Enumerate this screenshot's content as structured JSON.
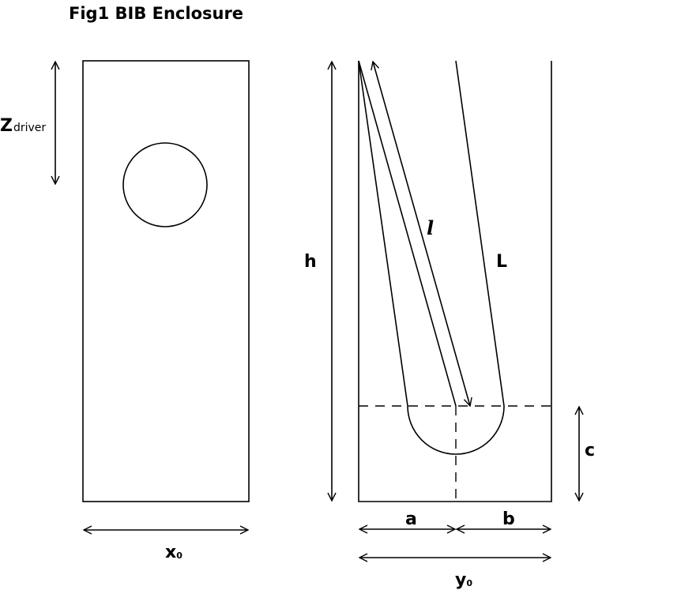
{
  "title": "Fig1  BIB  Enclosure",
  "labels": {
    "z_main": "Z",
    "z_sub": "driver",
    "x_main": "x",
    "x_sub": "0",
    "h": "h",
    "l": "l",
    "L": "L",
    "c": "c",
    "a": "a",
    "b": "b",
    "y_main": "y",
    "y_sub": "0"
  }
}
